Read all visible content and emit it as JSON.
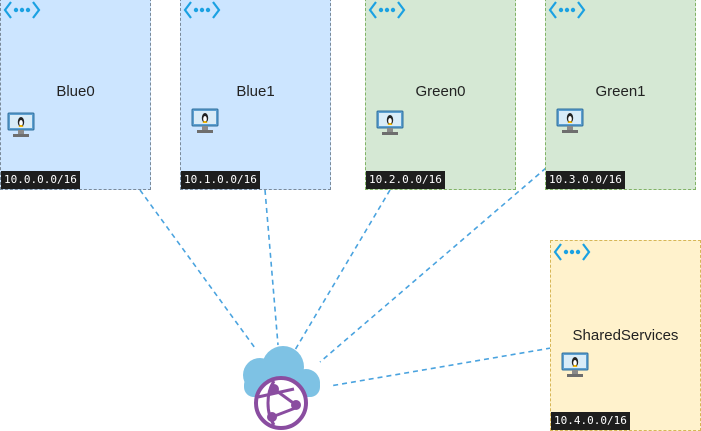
{
  "vnets": [
    {
      "id": "blue0",
      "name": "Blue0",
      "cidr": "10.0.0.0/16"
    },
    {
      "id": "blue1",
      "name": "Blue1",
      "cidr": "10.1.0.0/16"
    },
    {
      "id": "green0",
      "name": "Green0",
      "cidr": "10.2.0.0/16"
    },
    {
      "id": "green1",
      "name": "Green1",
      "cidr": "10.3.0.0/16"
    },
    {
      "id": "shared",
      "name": "SharedServices",
      "cidr": "10.4.0.0/16"
    }
  ],
  "icons": {
    "vnet": "virtual-network-icon",
    "vm": "linux-vm-icon",
    "hub": "virtual-wan-hub-icon"
  },
  "colors": {
    "blue_fill": "#cce5ff",
    "green_fill": "#d5e8d4",
    "yellow_fill": "#fff2cc",
    "link": "#4aa3df",
    "vnet_icon": "#1ba1e2",
    "hub_globe": "#8a4da0",
    "hub_cloud": "#7ec2e4"
  }
}
